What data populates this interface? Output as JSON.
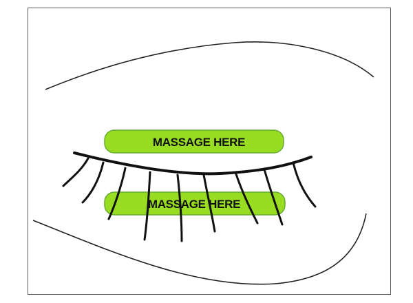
{
  "labels": {
    "upper_zone": "MASSAGE HERE",
    "lower_zone": "MASSAGE HERE"
  },
  "colors": {
    "zone_fill": "#99dd22",
    "zone_stroke": "#66aa33",
    "zone_text": "#111111",
    "line": "#111111",
    "outline": "#222222"
  },
  "icons": {
    "upper_eyelid": "eyelid-curve",
    "closed_lash_line": "lash-line",
    "lower_eyelid": "eyelid-curve",
    "eyelashes": "lash-strokes"
  }
}
